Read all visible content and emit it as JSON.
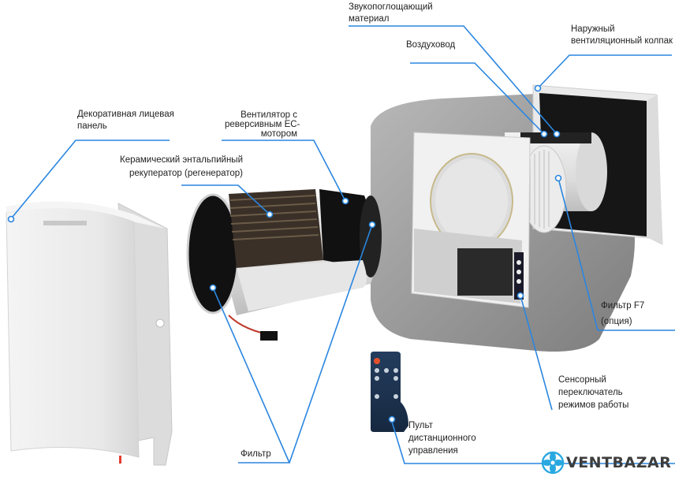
{
  "callouts": {
    "sound_absorbing": {
      "line1": "Звукопоглощающий",
      "line2": "материал"
    },
    "air_duct": {
      "text": "Воздуховод"
    },
    "outer_hood": {
      "line1": "Наружный",
      "line2": "вентиляционный колпак"
    },
    "front_panel": {
      "line1": "Декоративная лицевая",
      "line2": "панель"
    },
    "fan": {
      "line1": "Вентилятор с",
      "line2": "реверсивным ЕС-",
      "line3": "мотором"
    },
    "recuperator": {
      "line1": "Керамический энтальпийный",
      "line2": "рекуператор (регенератор)"
    },
    "filter_f7": {
      "line1": "Фильтр F7",
      "line2": "(опция)"
    },
    "touch_switch": {
      "line1": "Сенсорный",
      "line2": "переключатель",
      "line3": "режимов работы"
    },
    "filter": {
      "text": "Фильтр"
    },
    "remote": {
      "line1": "Пульт",
      "line2": "дистанционного",
      "line3": "управления"
    }
  },
  "brand": {
    "name": "VENTBAZAR",
    "icon": "fan-x-logo"
  },
  "colors": {
    "callout_line": "#2a86e0",
    "text": "#222222",
    "logo_blue": "#29a8e0",
    "remote_body": "#1f3350",
    "power_red": "#e5502a"
  }
}
